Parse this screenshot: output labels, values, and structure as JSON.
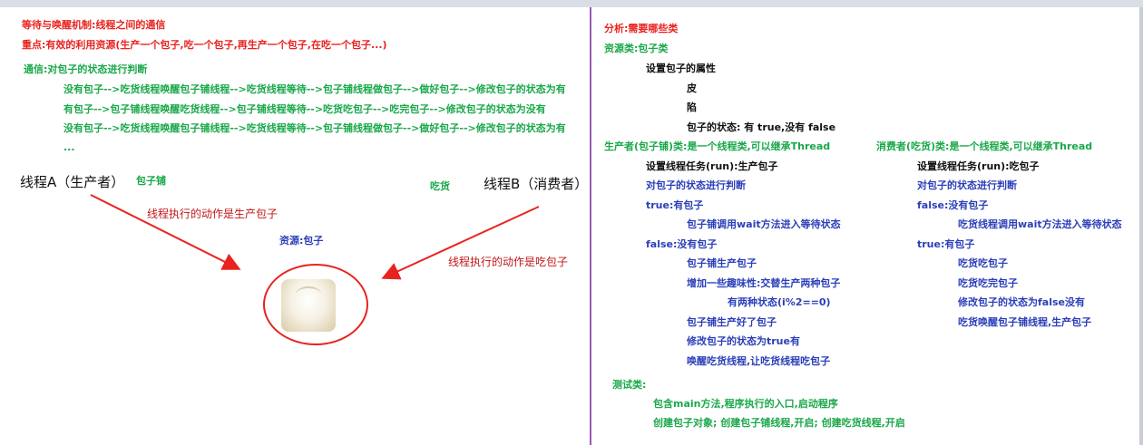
{
  "left": {
    "title": "等待与唤醒机制:线程之间的通信",
    "focus": "重点:有效的利用资源(生产一个包子,吃一个包子,再生产一个包子,在吃一个包子...)",
    "comm": "通信:对包子的状态进行判断",
    "flow": [
      "没有包子-->吃货线程唤醒包子铺线程-->吃货线程等待-->包子铺线程做包子-->做好包子-->修改包子的状态为有",
      "有包子-->包子铺线程唤醒吃货线程-->包子铺线程等待-->吃货吃包子-->吃完包子-->修改包子的状态为没有",
      "没有包子-->吃货线程唤醒包子铺线程-->吃货线程等待-->包子铺线程做包子-->做好包子-->修改包子的状态为有",
      "..."
    ],
    "threadA": "线程A（生产者）",
    "shop": "包子铺",
    "eater": "吃货",
    "threadB": "线程B（消费者）",
    "actionA": "线程执行的动作是生产包子",
    "resource": "资源:包子",
    "actionB": "线程执行的动作是吃包子"
  },
  "right": {
    "analysis": "分析:需要哪些类",
    "resourceClass": "资源类:包子类",
    "setAttr": "设置包子的属性",
    "skin": "皮",
    "filling": "陷",
    "state": "包子的状态: 有 true,没有 false",
    "producer": {
      "head": "生产者(包子铺)类:是一个线程类,可以继承Thread",
      "task": "设置线程任务(run):生产包子",
      "judge": "对包子的状态进行判断",
      "trueLabel": "true:有包子",
      "trueAction": "包子铺调用wait方法进入等待状态",
      "falseLabel": "false:没有包子",
      "produce": "包子铺生产包子",
      "fun": "增加一些趣味性:交替生产两种包子",
      "twoStates": "有两种状态(i%2==0)",
      "done": "包子铺生产好了包子",
      "setTrue": "修改包子的状态为true有",
      "wake": "唤醒吃货线程,让吃货线程吃包子"
    },
    "consumer": {
      "head": "消费者(吃货)类:是一个线程类,可以继承Thread",
      "task": "设置线程任务(run):吃包子",
      "judge": "对包子的状态进行判断",
      "falseLabel": "false:没有包子",
      "falseAction": "吃货线程调用wait方法进入等待状态",
      "trueLabel": "true:有包子",
      "eat": "吃货吃包子",
      "finished": "吃货吃完包子",
      "setFalse": "修改包子的状态为false没有",
      "wake": "吃货唤醒包子铺线程,生产包子"
    },
    "testClass": "测试类:",
    "main": "包含main方法,程序执行的入口,启动程序",
    "create": "创建包子对象; 创建包子铺线程,开启; 创建吃货线程,开启"
  },
  "colors": {
    "red": "#e8231f",
    "green": "#1aa84a",
    "blue": "#2b3fb8",
    "divider": "#9b59b6"
  }
}
